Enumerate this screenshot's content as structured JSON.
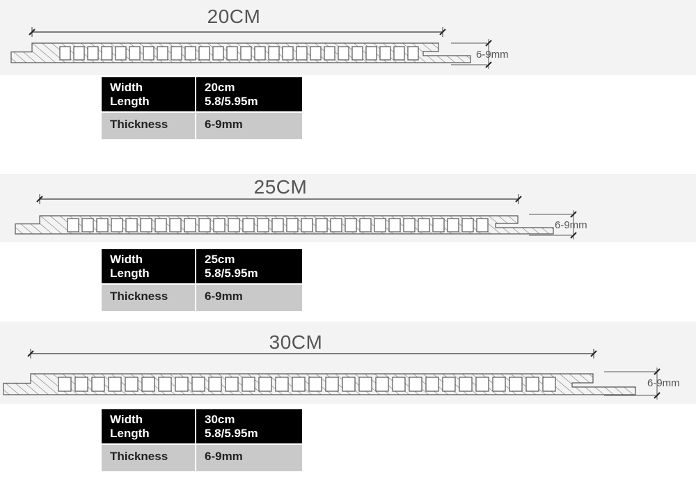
{
  "panels": [
    {
      "width_label": "20CM",
      "thickness_label": "6-9mm",
      "spec": {
        "width_key": "Width",
        "width_val": "20cm",
        "length_key": "Length",
        "length_val": "5.8/5.95m",
        "thickness_key": "Thickness",
        "thickness_val": "6-9mm"
      }
    },
    {
      "width_label": "25CM",
      "thickness_label": "6-9mm",
      "spec": {
        "width_key": "Width",
        "width_val": "25cm",
        "length_key": "Length",
        "length_val": "5.8/5.95m",
        "thickness_key": "Thickness",
        "thickness_val": "6-9mm"
      }
    },
    {
      "width_label": "30CM",
      "thickness_label": "6-9mm",
      "spec": {
        "width_key": "Width",
        "width_val": "30cm",
        "length_key": "Length",
        "length_val": "5.8/5.95m",
        "thickness_key": "Thickness",
        "thickness_val": "6-9mm"
      }
    }
  ]
}
